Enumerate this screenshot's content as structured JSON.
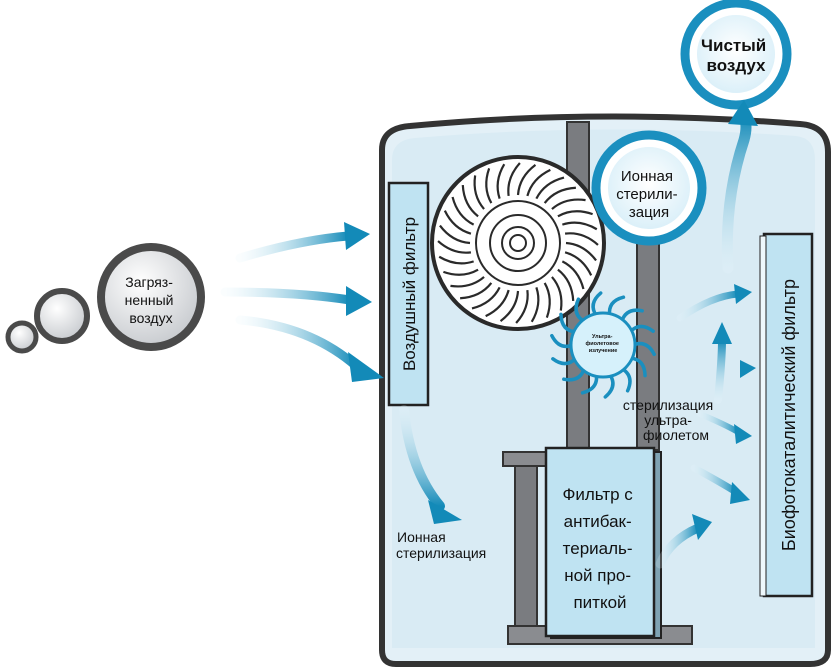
{
  "labels": {
    "dirty_air": [
      "Загряз-",
      "ненный",
      "воздух"
    ],
    "clean_air": [
      "Чистый",
      "воздух"
    ],
    "ion_bubble": [
      "Ионная",
      "стерили-",
      "зация"
    ],
    "air_filter": "Воздушный фильтр",
    "bio_filter": "Биофотокаталитический фильтр",
    "antibac_filter": [
      "Фильтр с",
      "антибак-",
      "териаль-",
      "ной про-",
      "питкой"
    ],
    "ion_bottom": [
      "Ионная",
      "стерилизация"
    ],
    "uv_text": [
      "стерилизация",
      "ультра-",
      "фиолетом"
    ],
    "uv_lamp": [
      "Ультра-",
      "фиолетовое",
      "излучение"
    ]
  },
  "colors": {
    "accent": "#1a8fbf",
    "arrow": "#2aa7d3",
    "panel": "#bfe3f2",
    "body": "#dfeef6",
    "dark": "#3a3a3a"
  }
}
